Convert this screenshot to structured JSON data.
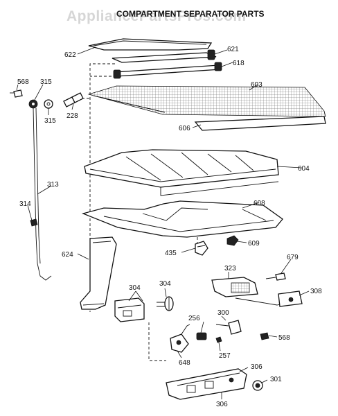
{
  "header": {
    "title": "COMPARTMENT SEPARATOR PARTS",
    "watermark": "AppliancePartsPros.com"
  },
  "labels": {
    "p622": "622",
    "p621": "621",
    "p618": "618",
    "p568a": "568",
    "p315a": "315",
    "p315b": "315",
    "p228": "228",
    "p603": "603",
    "p606": "606",
    "p604": "604",
    "p313": "313",
    "p314": "314",
    "p608": "608",
    "p435": "435",
    "p609": "609",
    "p624": "624",
    "p679": "679",
    "p323": "323",
    "p304a": "304",
    "p304b": "304",
    "p308": "308",
    "p300": "300",
    "p256": "256",
    "p568b": "568",
    "p257": "257",
    "p648": "648",
    "p306a": "306",
    "p301": "301",
    "p306b": "306"
  }
}
